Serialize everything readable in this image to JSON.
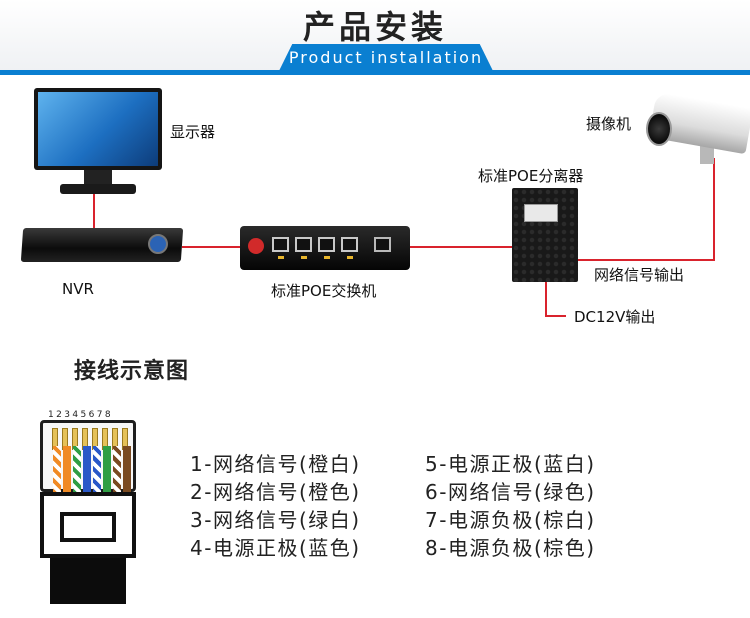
{
  "header": {
    "title_cn": "产品安装",
    "title_en": "Product installation"
  },
  "topology": {
    "monitor_label": "显示器",
    "nvr_label": "NVR",
    "switch_label": "标准POE交换机",
    "splitter_label": "标准POE分离器",
    "camera_label": "摄像机",
    "network_output_label": "网络信号输出",
    "dc_output_label": "DC12V输出"
  },
  "wiring": {
    "title": "接线示意图",
    "pin_numbers": "12345678",
    "pins": [
      {
        "left": "1-网络信号(橙白)",
        "right": "5-电源正极(蓝白)"
      },
      {
        "left": "2-网络信号(橙色)",
        "right": "6-网络信号(绿色)"
      },
      {
        "left": "3-网络信号(绿白)",
        "right": "7-电源负极(棕白)"
      },
      {
        "left": "4-电源正极(蓝色)",
        "right": "8-电源负极(棕色)"
      }
    ]
  },
  "colors": {
    "accent_blue": "#0a7fd1",
    "connection_red": "#d9232d"
  }
}
